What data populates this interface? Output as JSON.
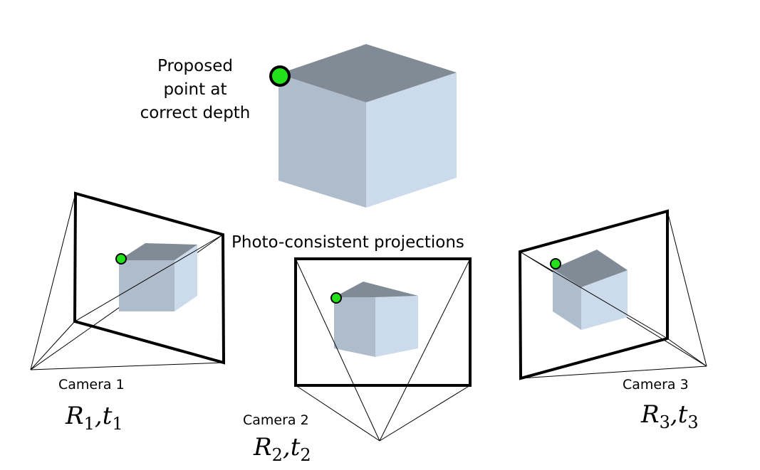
{
  "proposed_point_label": [
    "Proposed",
    "point at",
    "correct depth"
  ],
  "projections_label": "Photo-consistent projections",
  "cameras": [
    {
      "label": "Camera 1",
      "R": "R",
      "R_sub": "1",
      "t": "t",
      "t_sub": "1"
    },
    {
      "label": "Camera 2",
      "R": "R",
      "R_sub": "2",
      "t": "t",
      "t_sub": "2"
    },
    {
      "label": "Camera 3",
      "R": "R",
      "R_sub": "3",
      "t": "t",
      "t_sub": "3"
    }
  ],
  "colors": {
    "cube_top": "#808b96",
    "cube_left": "#afbccb",
    "cube_right": "#cbdbeb",
    "point_fill": "#22e01a",
    "outline": "#000000"
  }
}
